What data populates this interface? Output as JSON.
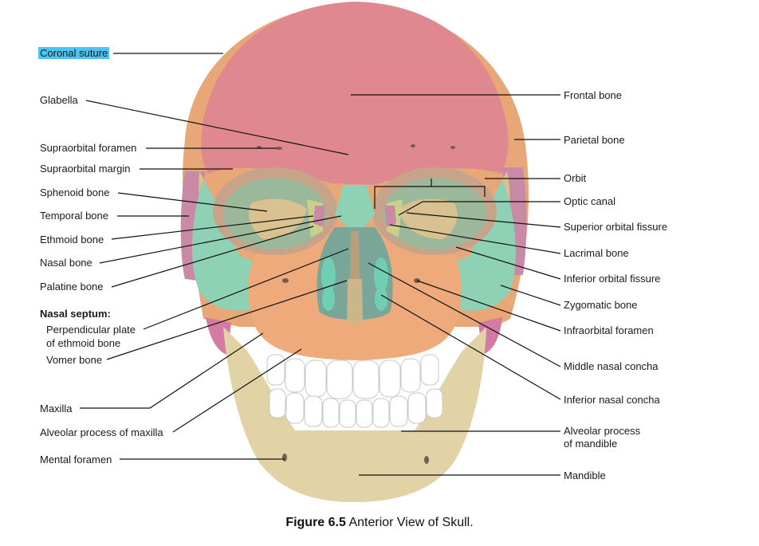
{
  "labels_left": {
    "coronal_suture": "Coronal suture",
    "glabella": "Glabella",
    "supraorbital_foramen": "Supraorbital foramen",
    "supraorbital_margin": "Supraorbital margin",
    "sphenoid_bone": "Sphenoid bone",
    "temporal_bone": "Temporal bone",
    "ethmoid_bone": "Ethmoid bone",
    "nasal_bone": "Nasal bone",
    "palatine_bone": "Palatine bone",
    "nasal_septum_heading": "Nasal septum:",
    "perpendicular_plate_line1": "Perpendicular plate",
    "perpendicular_plate_line2": "of ethmoid bone",
    "vomer_bone": "Vomer bone",
    "maxilla": "Maxilla",
    "alveolar_process_maxilla": "Alveolar process of maxilla",
    "mental_foramen": "Mental foramen"
  },
  "labels_right": {
    "frontal_bone": "Frontal bone",
    "parietal_bone": "Parietal bone",
    "orbit": "Orbit",
    "optic_canal": "Optic canal",
    "superior_orbital_fissure": "Superior orbital fissure",
    "lacrimal_bone": "Lacrimal bone",
    "inferior_orbital_fissure": "Inferior orbital fissure",
    "zygomatic_bone": "Zygomatic bone",
    "infraorbital_foramen": "Infraorbital foramen",
    "middle_nasal_concha": "Middle nasal concha",
    "inferior_nasal_concha": "Inferior nasal concha",
    "alveolar_process_mandible_line1": "Alveolar process",
    "alveolar_process_mandible_line2": "of mandible",
    "mandible": "Mandible"
  },
  "caption": {
    "figure_number": "Figure 6.5",
    "text": " Anterior View of Skull."
  },
  "colors": {
    "frontal": "#e0888f",
    "parietal": "#e8a777",
    "temporal": "#c98aa6",
    "sphenoid": "#d9c190",
    "zygomatic": "#8fd1b5",
    "maxilla": "#eeaa7a",
    "mandible": "#e2d3a7",
    "ethmoid": "#c8d089",
    "nasal": "#8fd1b5",
    "teeth": "#ffffff",
    "highlight": "#4cc4ef"
  }
}
